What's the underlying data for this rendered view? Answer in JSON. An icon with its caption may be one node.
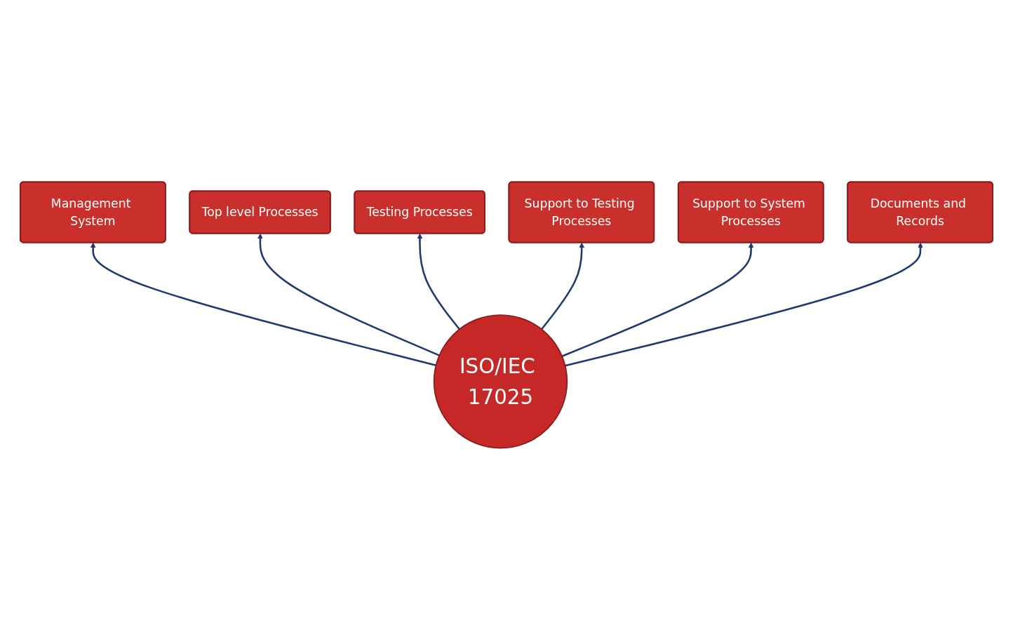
{
  "diagram": {
    "nodes": [
      {
        "text": [
          "ISO/IEC 17025"
        ]
      },
      {
        "text": [
          "Management System"
        ]
      },
      {
        "text": [
          "Top level Processes"
        ]
      },
      {
        "text": [
          "Testing Processes"
        ]
      },
      {
        "text": [
          "Support to Testing Processes"
        ]
      },
      {
        "text": [
          "Support to System Processes"
        ]
      },
      {
        "text": [
          "Documents and Records"
        ]
      }
    ],
    "edges": [
      {
        "from": 0,
        "to": 1,
        "arrow": "to"
      },
      {
        "from": 0,
        "to": 2,
        "arrow": "to"
      },
      {
        "from": 0,
        "to": 3,
        "arrow": "to"
      },
      {
        "from": 0,
        "to": 4,
        "arrow": "to"
      },
      {
        "from": 0,
        "to": 5,
        "arrow": "to"
      },
      {
        "from": 0,
        "to": 6,
        "arrow": "to"
      }
    ]
  }
}
